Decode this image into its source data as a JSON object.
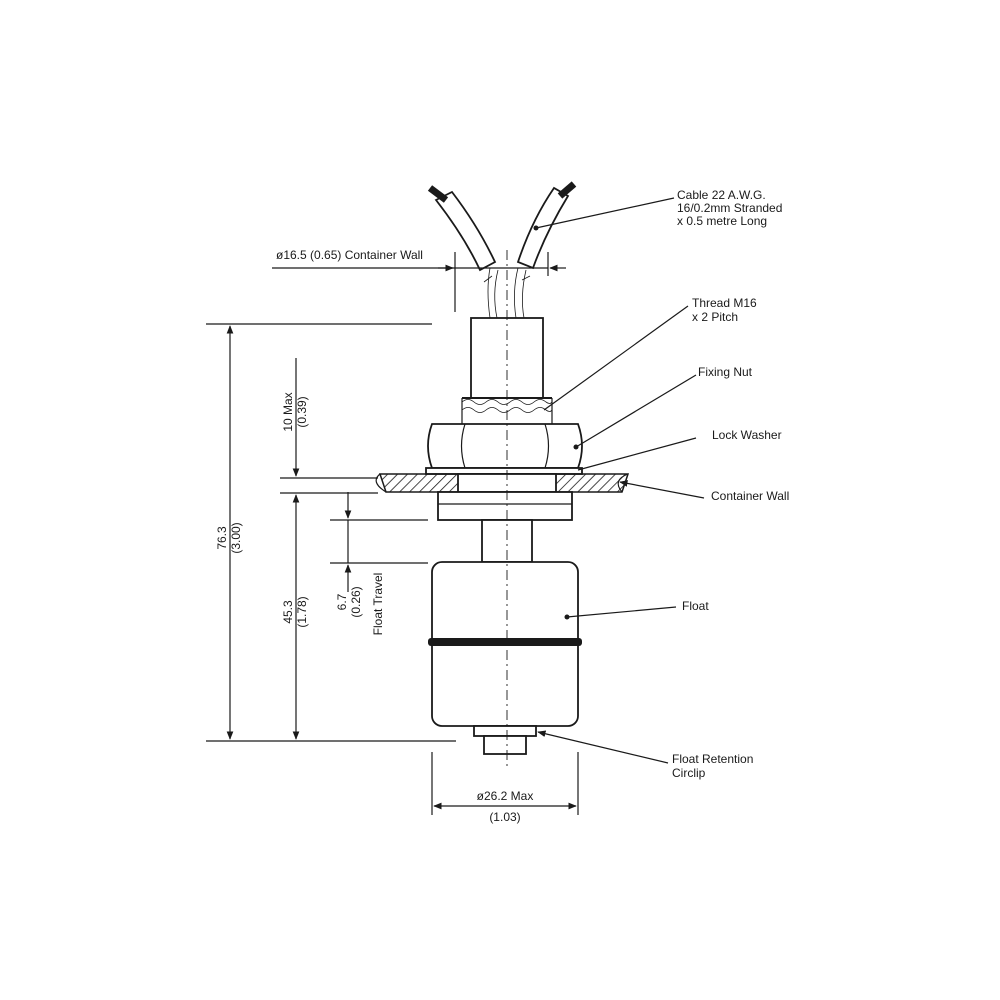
{
  "callouts": {
    "cable": [
      "Cable 22 A.W.G.",
      "16/0.2mm Stranded",
      "x 0.5 metre Long"
    ],
    "thread": [
      "Thread M16",
      "x 2 Pitch"
    ],
    "fixing_nut": "Fixing Nut",
    "lock_washer": "Lock Washer",
    "container_wall": "Container Wall",
    "float": "Float",
    "circlip": [
      "Float Retention",
      "Circlip"
    ]
  },
  "dimensions": {
    "container_wall_dia": "ø16.5 (0.65) Container Wall",
    "overall_height_mm": "76.3",
    "overall_height_in": "(3.00)",
    "thread_max_mm": "10 Max",
    "thread_max_in": "(0.39)",
    "float_height_mm": "45.3",
    "float_height_in": "(1.78)",
    "float_travel_mm": "6.7",
    "float_travel_in": "(0.26)",
    "float_travel_label": "Float Travel",
    "float_dia_mm": "ø26.2 Max",
    "float_dia_in": "(1.03)"
  }
}
